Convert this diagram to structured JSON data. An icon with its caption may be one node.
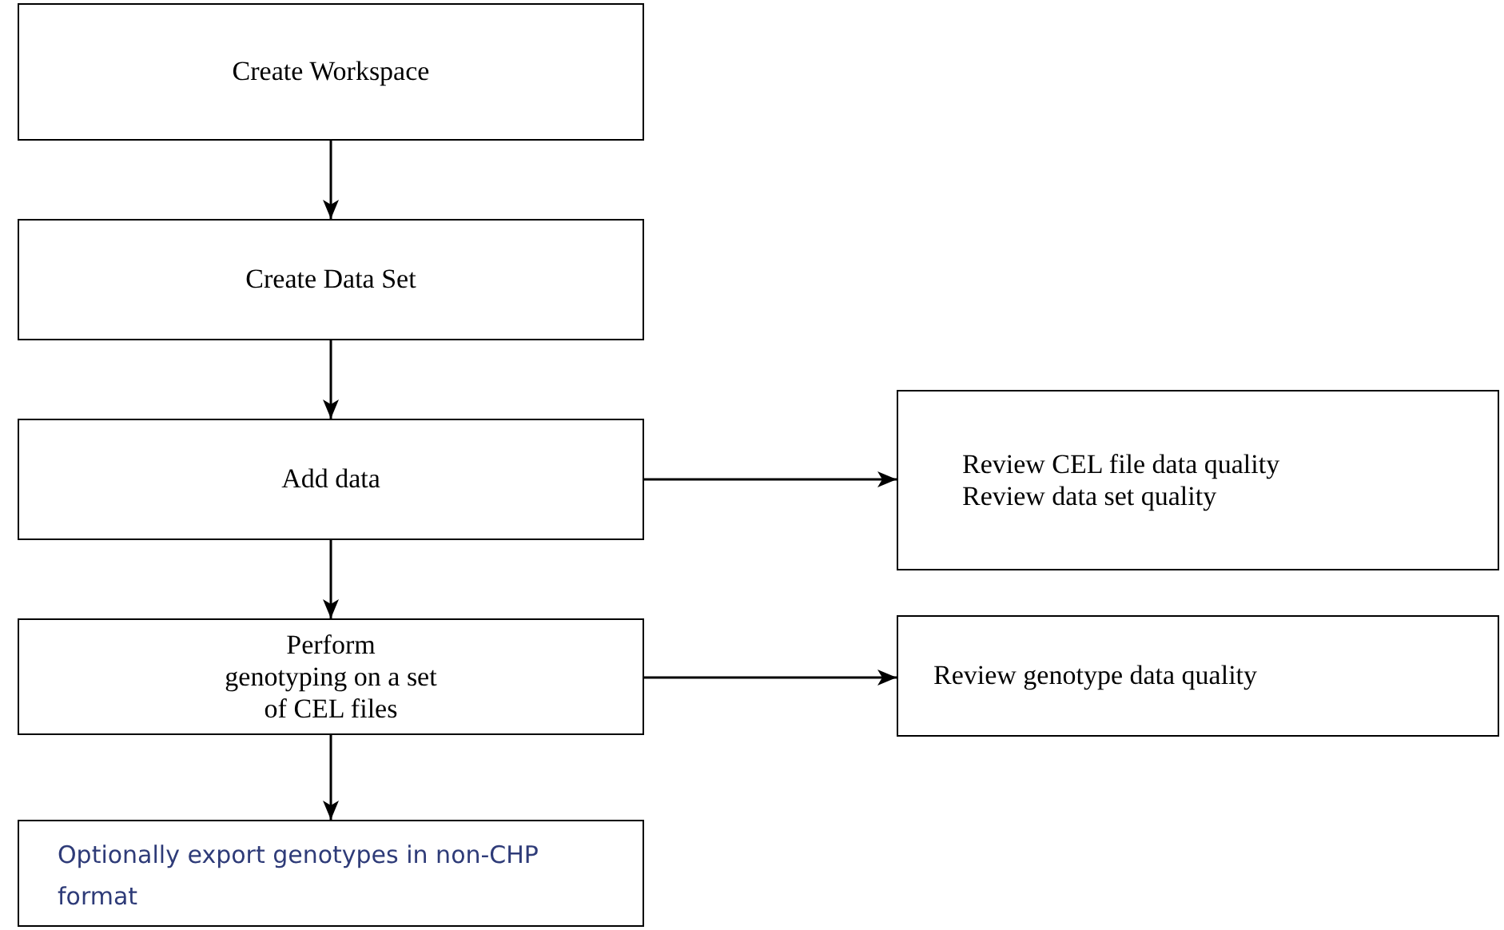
{
  "diagram": {
    "nodes": [
      {
        "text": [
          "Create Workspace"
        ]
      },
      {
        "text": [
          "Create Data Set"
        ]
      },
      {
        "text": [
          "Add data"
        ]
      },
      {
        "text": [
          "Perform genotyping on a set of CEL files"
        ]
      },
      {
        "text": [
          "Optionally export genotypes in non-CHP format"
        ]
      },
      {
        "text": [
          "Review CEL file data quality",
          "Review data set quality"
        ]
      },
      {
        "text": [
          "Review genotype data quality"
        ]
      }
    ],
    "edges": [
      {
        "from": 0,
        "to": 1,
        "arrow": "to"
      },
      {
        "from": 1,
        "to": 2,
        "arrow": "to"
      },
      {
        "from": 2,
        "to": 5,
        "arrow": "to"
      },
      {
        "from": 2,
        "to": 3,
        "arrow": "to"
      },
      {
        "from": 3,
        "to": 6,
        "arrow": "to"
      },
      {
        "from": 3,
        "to": 4,
        "arrow": "to"
      }
    ]
  }
}
